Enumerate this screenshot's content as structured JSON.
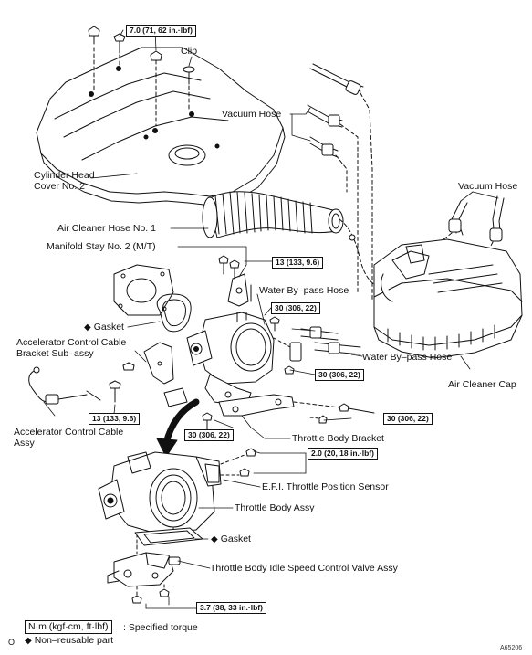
{
  "torque_specs": {
    "cover_bolt": "7.0 (71, 62 in.·lbf)",
    "manifold_stay": "13 (133, 9.6)",
    "bypass_upper": "30 (306, 22)",
    "bypass_lower": "30 (306, 22)",
    "bracket_bolt": "30 (306, 22)",
    "accel_bracket": "13 (133, 9.6)",
    "bracket_nut": "30 (306, 22)",
    "sensor_screw": "2.0 (20, 18 in.·lbf)",
    "idle_valve": "3.7 (38, 33 in.·lbf)"
  },
  "labels": {
    "clip": "Clip",
    "vacuum_hose_top": "Vacuum Hose",
    "vacuum_hose_right": "Vacuum Hose",
    "cylinder_head_cover": "Cylinder Head Cover No. 2",
    "air_cleaner_hose": "Air Cleaner Hose No. 1",
    "manifold_stay": "Manifold Stay No. 2 (M/T)",
    "water_bypass_hose_1": "Water By–pass Hose",
    "gasket_upper": "Gasket",
    "accel_bracket": "Accelerator Control Cable Bracket Sub–assy",
    "water_bypass_hose_2": "Water By–pass Hose",
    "air_cleaner_cap": "Air Cleaner Cap",
    "accel_cable": "Accelerator Control Cable Assy",
    "throttle_bracket": "Throttle Body Bracket",
    "efi_sensor": "E.F.I. Throttle Position Sensor",
    "throttle_body": "Throttle Body Assy",
    "gasket_lower": "Gasket",
    "idle_valve": "Throttle Body Idle Speed Control Valve Assy"
  },
  "legend": {
    "torque_unit": "N·m (kgf·cm, ft·lbf)",
    "torque_text": ": Specified torque",
    "nonreusable_text": "Non–reusable part",
    "diamond": "◆",
    "o_mark": "O"
  },
  "figure_id": "A65206"
}
